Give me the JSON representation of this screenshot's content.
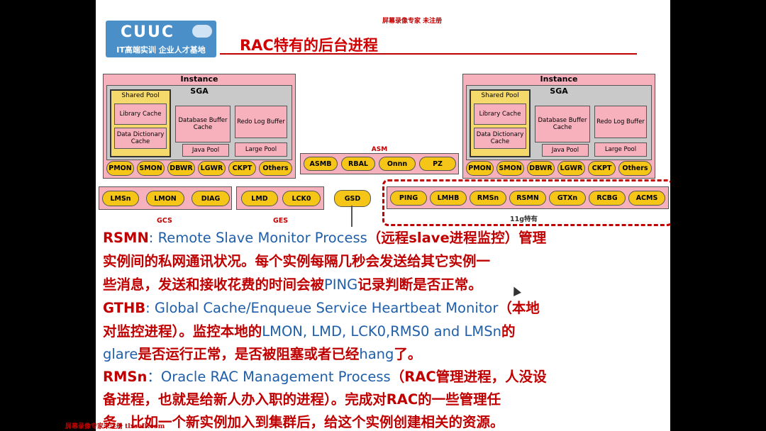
{
  "watermark_top": "屏幕录像专家 未注册",
  "logo": {
    "main": "CUUC",
    "sub": "IT高端实训 企业人才基地"
  },
  "title": "RAC特有的后台进程",
  "instance": {
    "label": "Instance",
    "sga": "SGA",
    "shared_pool": "Shared Pool",
    "library_cache": "Library Cache",
    "data_dictionary_cache": "Data Dictionary Cache",
    "database_buffer_cache": "Database Buffer Cache",
    "redo_log_buffer": "Redo Log Buffer",
    "java_pool": "Java Pool",
    "large_pool": "Large Pool",
    "processes": [
      "PMON",
      "SMON",
      "DBWR",
      "LGWR",
      "CKPT",
      "Others"
    ]
  },
  "asm": {
    "label": "ASM",
    "processes": [
      "ASMB",
      "RBAL",
      "Onnn",
      "PZ"
    ]
  },
  "gcs": {
    "label": "GCS",
    "processes": [
      "LMSn",
      "LMON",
      "DIAG"
    ]
  },
  "ges": {
    "label": "GES",
    "processes": [
      "LMD",
      "LCK0"
    ]
  },
  "gsd": "GSD",
  "g11": {
    "label": "11g特有",
    "processes": [
      "PING",
      "LMHB",
      "RMSn",
      "RSMN",
      "GTXn",
      "RCBG",
      "ACMS"
    ]
  },
  "text": {
    "p1_kw": "RSMN",
    "p1_en": ": Remote Slave Monitor Process",
    "p1_zh": "（远程slave进程监控）管理",
    "p2": "实例间的私网通讯状况。每个实例每隔几秒会发送给其它实例一",
    "p3a": "些消息，发送和接收花费的时间会被",
    "p3b": "PING",
    "p3c": "记录判断是否正常。",
    "p4_kw": "GTHB",
    "p4_en": ": Global Cache/Enqueue Service Heartbeat Monitor",
    "p4_zh": "（本地",
    "p5a": "对监控进程）。监控本地的",
    "p5b": "LMON, LMD, LCK0,RMS0 and LMSn",
    "p5c": "的",
    "p6a": "glare",
    "p6b": "是否运行正常，是否被阻塞或者已经",
    "p6c": "hang",
    "p6d": "了。",
    "p7_kw": "RMSn",
    "p7_en": "：Oracle RAC Management Process",
    "p7_zh": "（RAC管理进程，人没设",
    "p8": "备进程，也就是给新人办入职的进程）。完成对RAC的一些管理任",
    "p9": "务，比如一个新实例加入到集群后，给这个实例创建相关的资源。"
  },
  "watermark_bottom": "屏幕录像专家未注册 tlxsoft.com"
}
